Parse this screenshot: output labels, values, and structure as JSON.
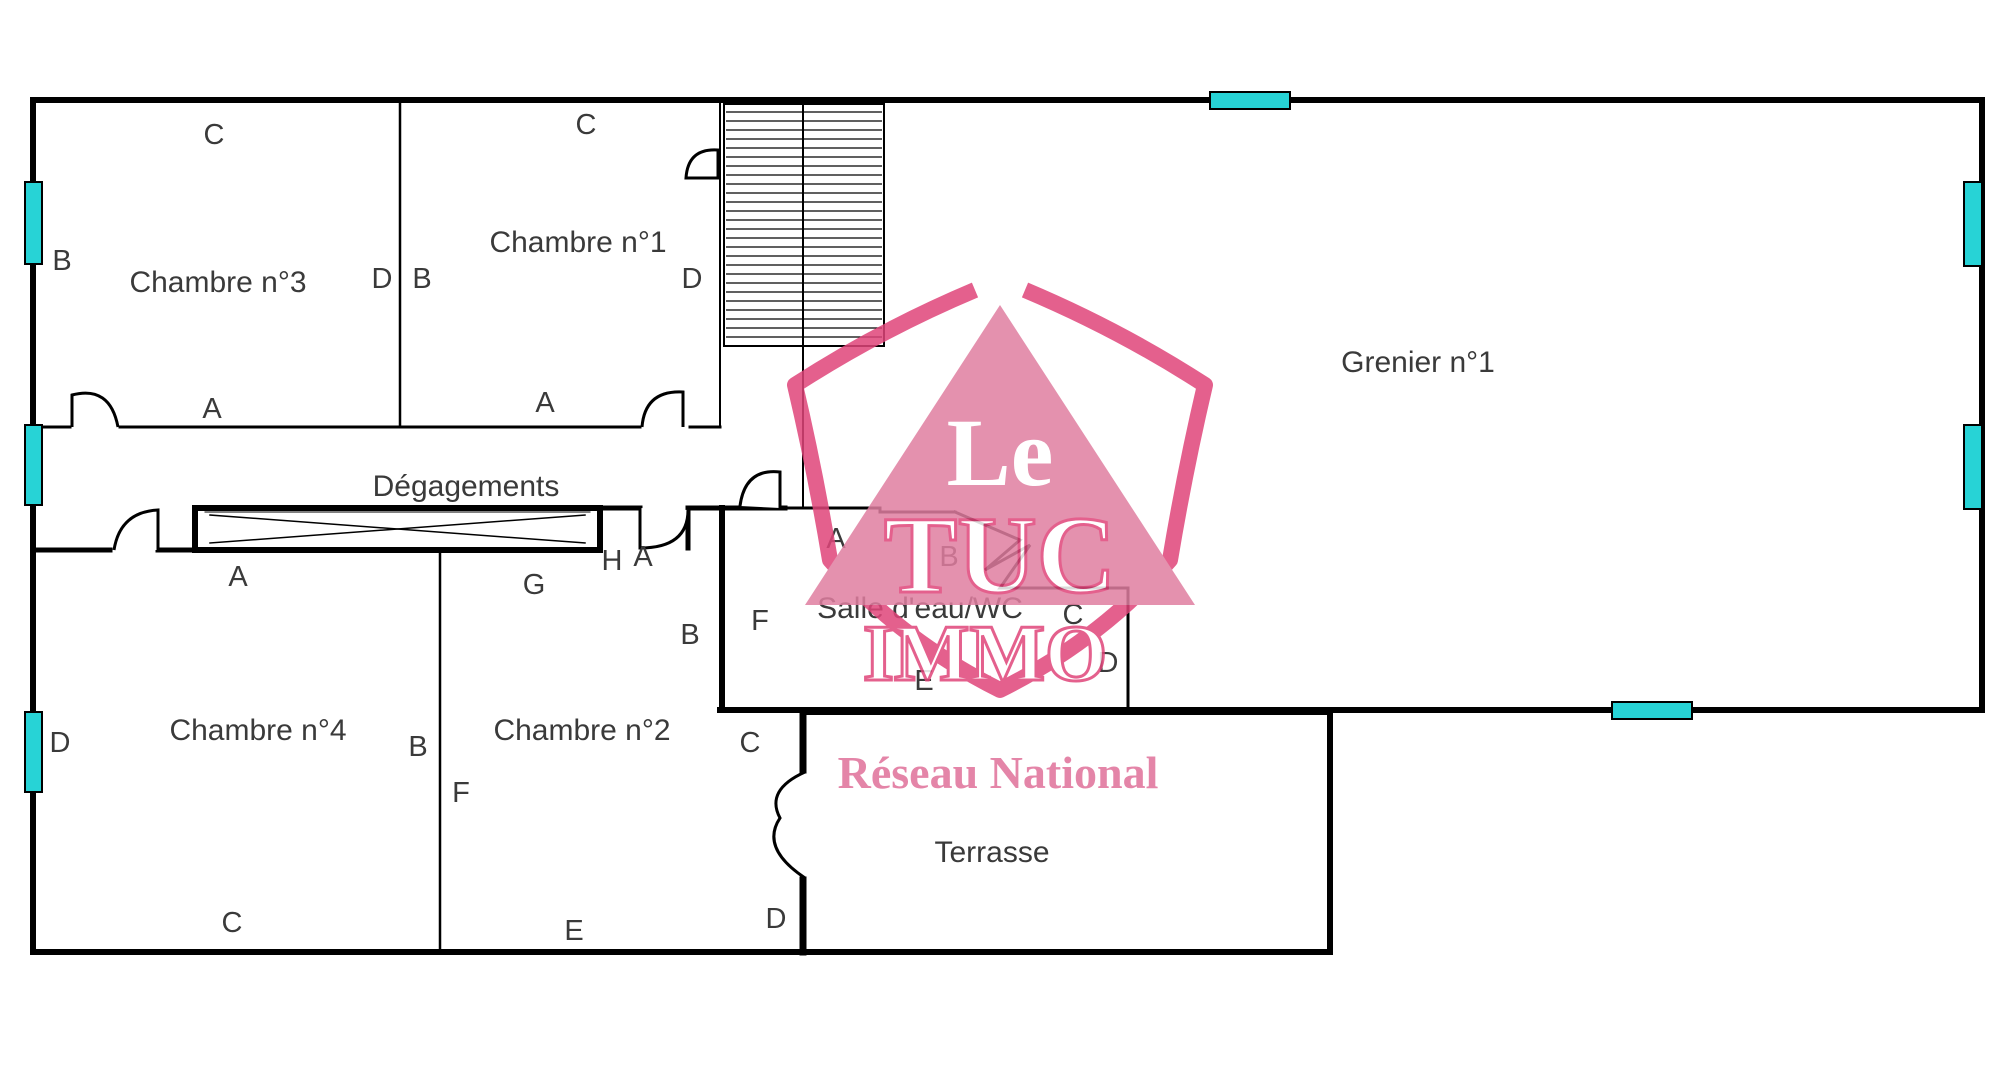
{
  "rooms": {
    "chambre3": "Chambre n°3",
    "chambre1": "Chambre n°1",
    "grenier1": "Grenier n°1",
    "degagements": "Dégagements",
    "salle_eau": "Salle d'eau/WC",
    "chambre4": "Chambre n°4",
    "chambre2": "Chambre n°2",
    "terrasse": "Terrasse"
  },
  "wall_labels": {
    "ch3_c": "C",
    "ch3_b": "B",
    "ch3_d": "D",
    "ch3_a": "A",
    "ch1_c": "C",
    "ch1_b": "B",
    "ch1_d": "D",
    "ch1_a": "A",
    "deg_a_left": "A",
    "deg_g": "G",
    "deg_h": "H",
    "deg_a_right": "A",
    "se_a": "A",
    "se_b": "B",
    "se_c": "C",
    "se_d": "D",
    "se_e": "E",
    "se_f": "F",
    "ch2_b_top": "B",
    "ch4_d": "D",
    "ch4_b": "B",
    "ch4_c": "C",
    "ch2_f": "F",
    "ch2_c": "C",
    "ch2_e": "E",
    "ch2_d": "D"
  },
  "watermark": {
    "line1": "Le",
    "line2": "TUC",
    "line3": "IMMO",
    "tagline": "Réseau National"
  },
  "colors": {
    "wall": "#000000",
    "window": "#27d3d6",
    "watermark": "#e0457a"
  }
}
